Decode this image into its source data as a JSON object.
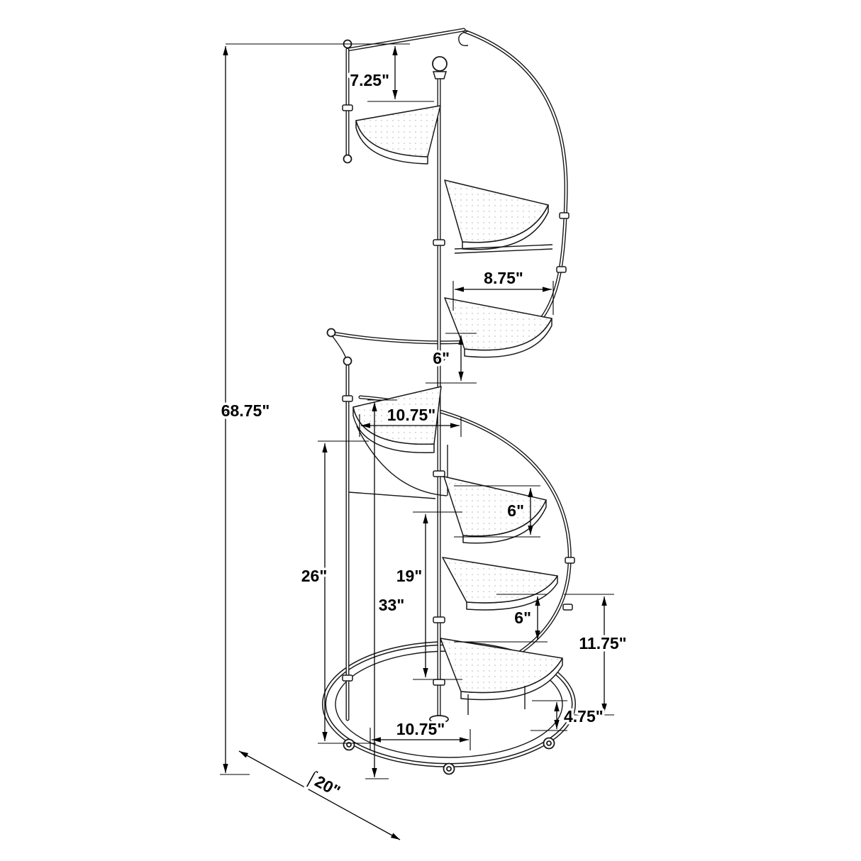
{
  "diagram": {
    "type": "technical-dimension-drawing",
    "subject": "spiral staircase style display shelf with fan-shaped tiers and round base",
    "units": "inches",
    "line_color": "#181818",
    "label_color": "#000000",
    "dimensions": {
      "overall_height": "68.75\"",
      "top_shelf_spacing": "7.25\"",
      "upper_shelf_width": "8.75\"",
      "shelf_gap_upper": "6\"",
      "mid_shelf_depth": "10.75\"",
      "left_post_height": "26\"",
      "inner_pole_height": "19\"",
      "mid_pole_height": "33\"",
      "shelf_gap_mid": "6\"",
      "shelf_gap_lower": "6\"",
      "lower_section_height": "11.75\"",
      "base_clearance": "4.75\"",
      "bottom_shelf_depth": "10.75\"",
      "base_diameter": "⌠20\""
    }
  }
}
